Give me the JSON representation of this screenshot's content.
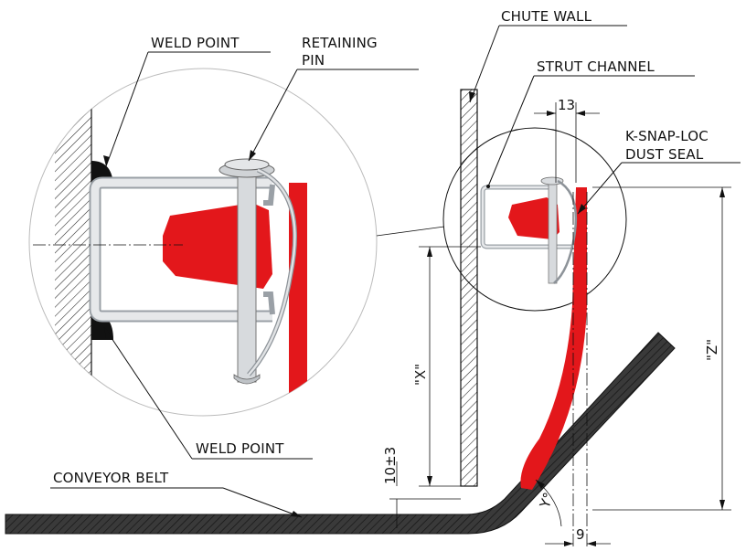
{
  "colors": {
    "seal": "#e3171b",
    "steel": "#c9cdd1",
    "belt": "#2f2f2f",
    "line": "#111111"
  },
  "labels": {
    "weld_point_top": "WELD POINT",
    "retaining_pin_line1": "RETAINING",
    "retaining_pin_line2": "PIN",
    "chute_wall": "CHUTE WALL",
    "strut_channel": "STRUT CHANNEL",
    "seal_line1": "K-SNAP-LOC",
    "seal_line2": "DUST SEAL",
    "weld_point_bottom": "WELD POINT",
    "conveyor_belt": "CONVEYOR BELT"
  },
  "dimensions": {
    "offset_top": "13",
    "offset_bottom": "9",
    "gap": "10±3",
    "x": "\"X\"",
    "z": "\"Z\"",
    "angle": "Y°"
  }
}
